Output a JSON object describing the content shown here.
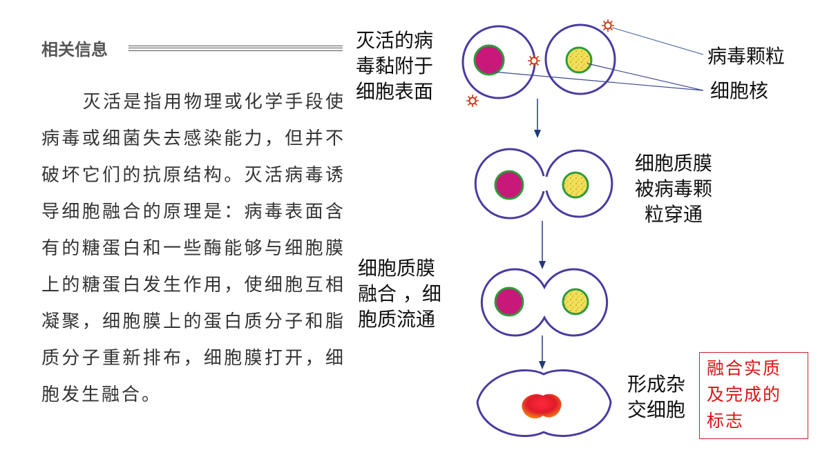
{
  "section_title": "相关信息",
  "paragraph": "灭活是指用物理或化学手段使病毒或细菌失去感染能力，但并不破坏它们的抗原结构。灭活病毒诱导细胞融合的原理是：病毒表面含有的糖蛋白和一些酶能够与细胞膜上的糖蛋白发生作用，使细胞互相凝聚，细胞膜上的蛋白质分子和脂质分子重新排布，细胞膜打开，细胞发生融合。",
  "labels": {
    "step1": [
      "灭活的病",
      "毒黏附于",
      "细胞表面"
    ],
    "virus_particle": "病毒颗粒",
    "nucleus": "细胞核",
    "step2": [
      "细胞质膜",
      "被病毒颗",
      "粒穿通"
    ],
    "step3": [
      "细胞质膜",
      "融合 ，细",
      "胞质流通"
    ],
    "step4": [
      "形成杂",
      "交细胞"
    ]
  },
  "note": [
    "融合实质",
    "及完成的",
    "标志"
  ],
  "colors": {
    "membrane": "#4a3aa0",
    "nucleus_magenta": "#c8197a",
    "nucleus_yellow": "#f2e05a",
    "nucleus_green": "#2e9a3a",
    "virus": "#cc3b14",
    "arrow": "#1f3a7a",
    "note_red": "#dd1111"
  }
}
